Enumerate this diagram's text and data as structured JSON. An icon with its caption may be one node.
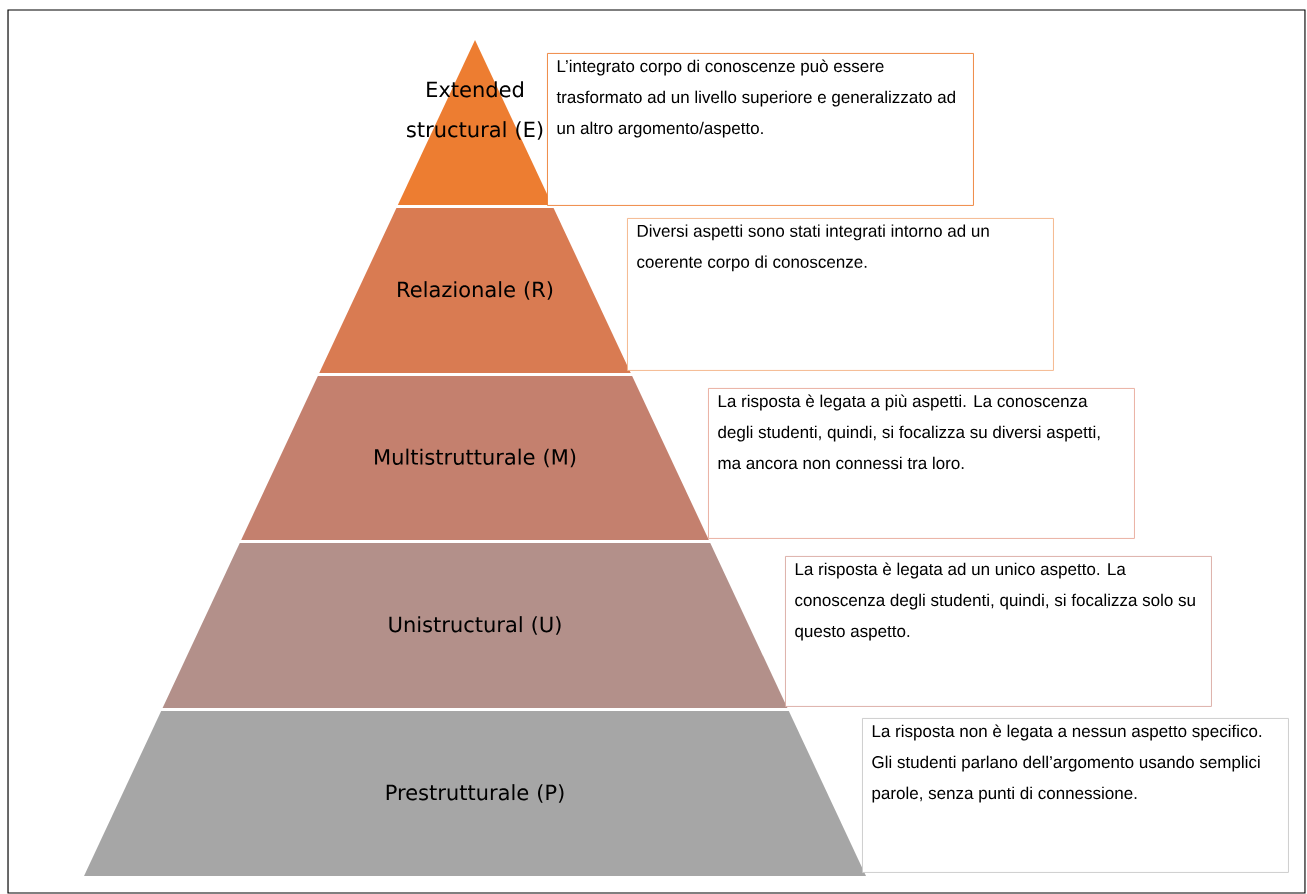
{
  "diagram": {
    "nodes": [
      {
        "text": [
          "Extended structural (E)"
        ]
      },
      {
        "text": [
          "L’integrato corpo di conoscenze può essere trasformato ad un livello superiore e generalizzato ad un altro argomento/aspetto."
        ]
      },
      {
        "text": [
          "Relazionale (R)"
        ]
      },
      {
        "text": [
          "Diversi aspetti sono stati integrati intorno ad un coerente corpo di conoscenze."
        ]
      },
      {
        "text": [
          "Multistrutturale (M)"
        ]
      },
      {
        "text": [
          "La risposta è legata a più aspetti. La conoscenza degli studenti, quindi, si focalizza su diversi aspetti, ma ancora non connessi tra loro."
        ]
      },
      {
        "text": [
          "Unistructural (U)"
        ]
      },
      {
        "text": [
          "La risposta è legata ad un unico aspetto. La conoscenza degli studenti, quindi, si focalizza solo su questo aspetto."
        ]
      },
      {
        "text": [
          "Prestrutturale (P)"
        ]
      },
      {
        "text": [
          "La risposta non è legata a nessun aspetto specifico. Gli studenti parlano dell’argomento usando semplici parole, senza punti di connessione."
        ]
      }
    ]
  }
}
